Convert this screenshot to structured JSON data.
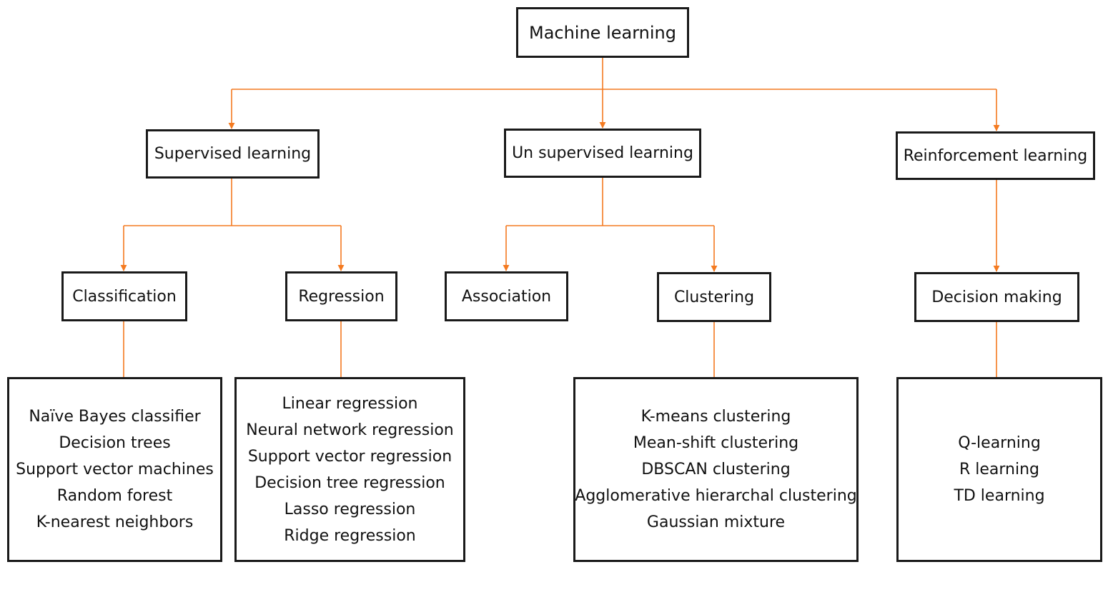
{
  "colors": {
    "edge": "#f47a20",
    "border": "#1a1a1a",
    "text": "#111111"
  },
  "nodes": {
    "ml": "Machine learning",
    "supervised": "Supervised learning",
    "unsupervised": "Un supervised learning",
    "reinforcement": "Reinforcement learning",
    "classification": "Classification",
    "regression": "Regression",
    "association": "Association",
    "clustering": "Clustering",
    "decision_making": "Decision making"
  },
  "lists": {
    "classification": [
      "Naïve Bayes classifier",
      "Decision trees",
      "Support vector machines",
      "Random forest",
      "K-nearest neighbors"
    ],
    "regression": [
      "Linear regression",
      "Neural network regression",
      "Support vector regression",
      "Decision tree regression",
      "Lasso regression",
      "Ridge regression"
    ],
    "clustering": [
      "K-means clustering",
      "Mean-shift clustering",
      "DBSCAN clustering",
      "Agglomerative hierarchal clustering",
      "Gaussian mixture"
    ],
    "reinforcement": [
      "Q-learning",
      "R learning",
      "TD learning"
    ]
  },
  "edges": [
    {
      "from": "ml",
      "to": "supervised"
    },
    {
      "from": "ml",
      "to": "unsupervised"
    },
    {
      "from": "ml",
      "to": "reinforcement"
    },
    {
      "from": "supervised",
      "to": "classification"
    },
    {
      "from": "supervised",
      "to": "regression"
    },
    {
      "from": "unsupervised",
      "to": "association"
    },
    {
      "from": "unsupervised",
      "to": "clustering"
    },
    {
      "from": "reinforcement",
      "to": "decision_making"
    },
    {
      "from": "classification",
      "to": "classification_list"
    },
    {
      "from": "regression",
      "to": "regression_list"
    },
    {
      "from": "clustering",
      "to": "clustering_list"
    },
    {
      "from": "decision_making",
      "to": "reinforcement_list"
    }
  ]
}
